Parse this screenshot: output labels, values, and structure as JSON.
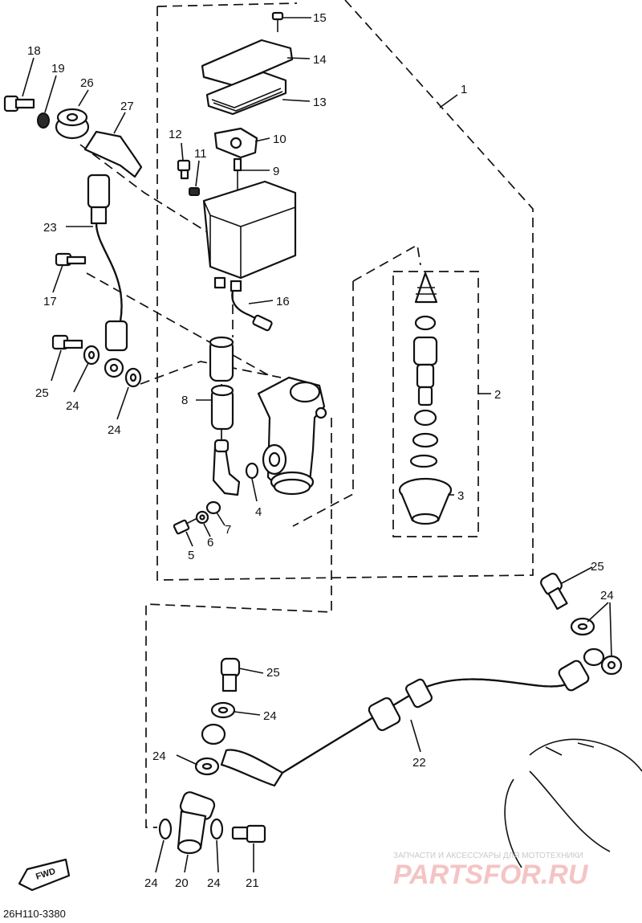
{
  "diagram": {
    "part_labels": [
      "1",
      "2",
      "3",
      "4",
      "5",
      "6",
      "7",
      "8",
      "9",
      "10",
      "11",
      "12",
      "13",
      "14",
      "15",
      "16",
      "17",
      "18",
      "19",
      "20",
      "21",
      "22",
      "23",
      "24",
      "25",
      "26",
      "27"
    ],
    "label_24": "24",
    "label_25": "25",
    "drawing_code": "26H110-3380",
    "fwd_label": "FWD",
    "watermark_line": "ЗАПЧАСТИ И АКСЕССУАРЫ ДЛЯ МОТОТЕХНИКИ",
    "watermark_brand": "PARTSFOR.RU",
    "colors": {
      "ink": "#111111",
      "watermark_brand": "#f4c4c4",
      "watermark_line": "#c9c9c9"
    }
  }
}
